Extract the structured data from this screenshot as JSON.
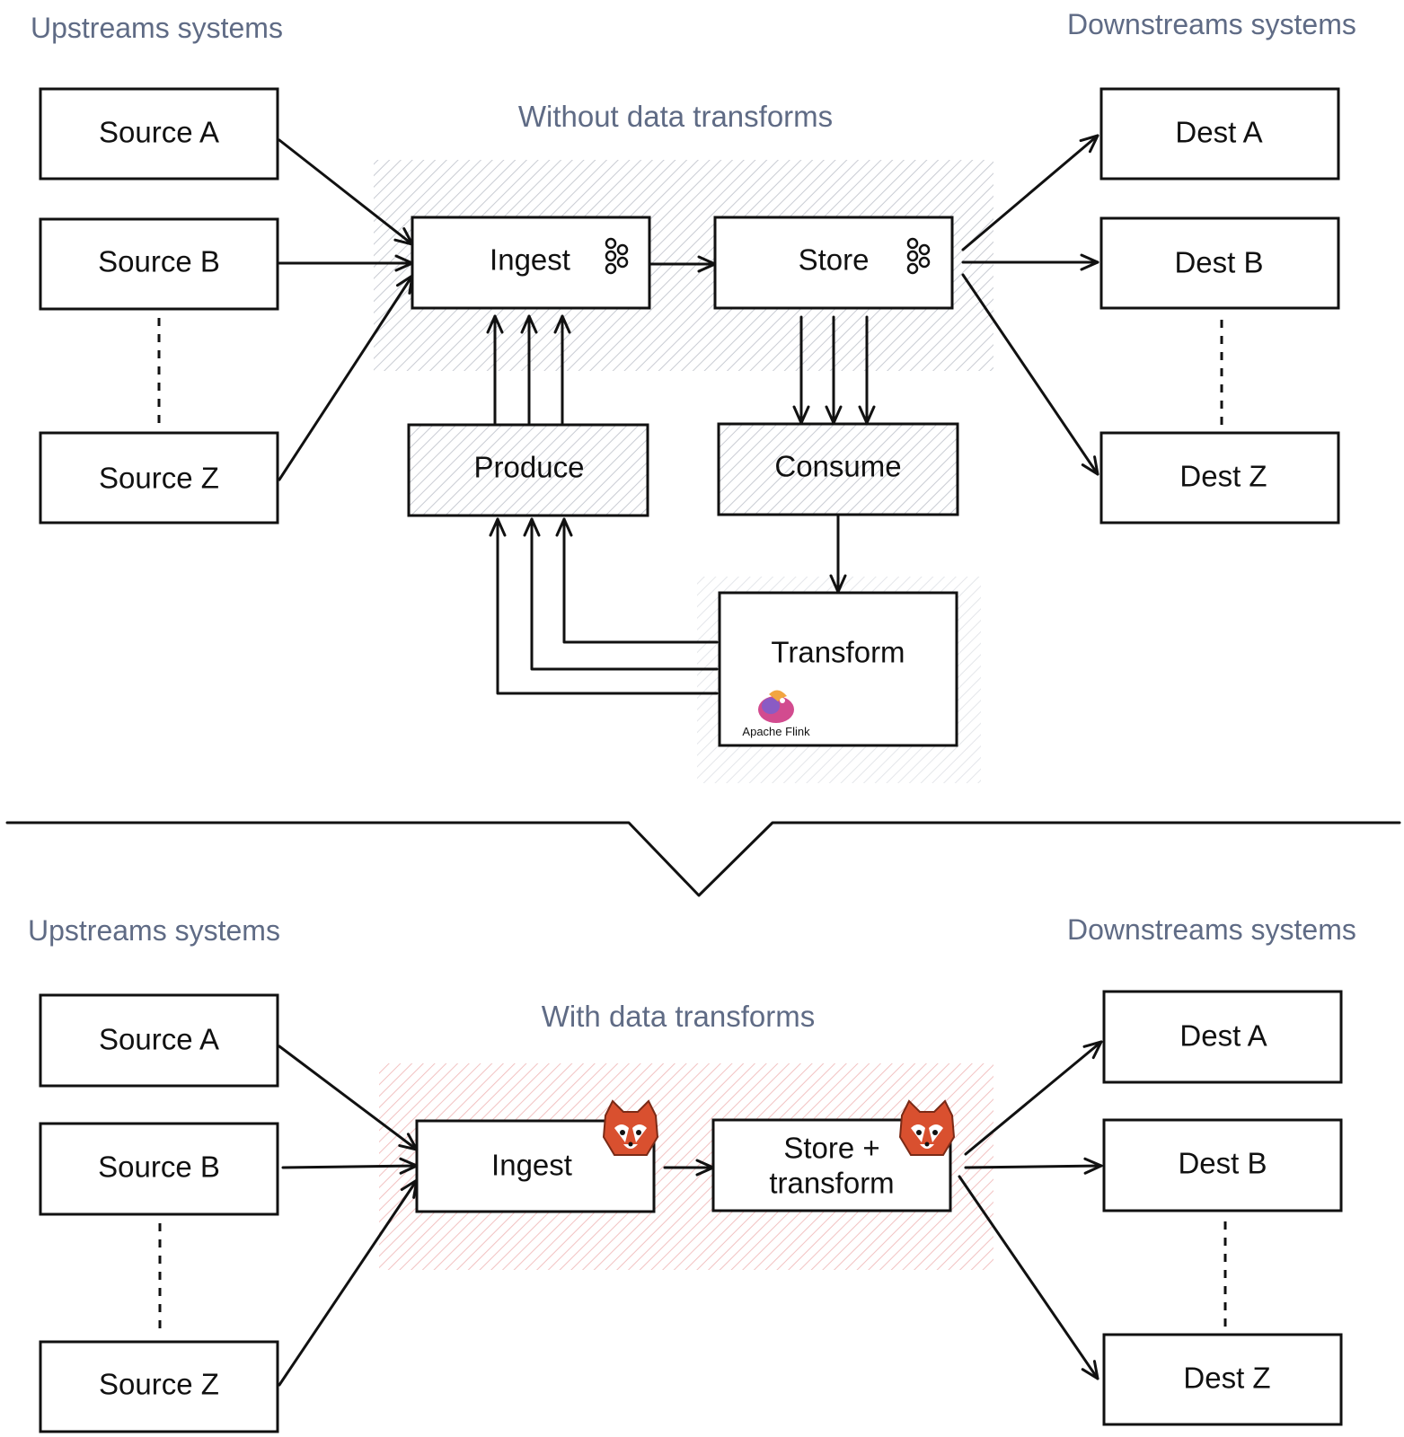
{
  "top": {
    "upstream_title": "Upstreams systems",
    "downstream_title": "Downstreams systems",
    "subtitle": "Without data transforms",
    "sources": [
      "Source A",
      "Source B",
      "Source Z"
    ],
    "dests": [
      "Dest A",
      "Dest B",
      "Dest Z"
    ],
    "ingest": "Ingest",
    "store": "Store",
    "produce": "Produce",
    "consume": "Consume",
    "transform": "Transform",
    "flink_label": "Apache Flink"
  },
  "bottom": {
    "upstream_title": "Upstreams systems",
    "downstream_title": "Downstreams systems",
    "subtitle": "With data transforms",
    "sources": [
      "Source A",
      "Source B",
      "Source Z"
    ],
    "dests": [
      "Dest A",
      "Dest B",
      "Dest Z"
    ],
    "ingest": "Ingest",
    "store_line1": "Store +",
    "store_line2": "transform"
  },
  "icons": {
    "kafka": "kafka-icon",
    "flink": "apache-flink-icon",
    "redpanda": "redpanda-icon"
  },
  "colors": {
    "subtitle": "#5f6b85",
    "hatch_gray": "#c9ccd3",
    "hatch_red": "#f2b8b8",
    "redpanda": "#d9502f"
  }
}
